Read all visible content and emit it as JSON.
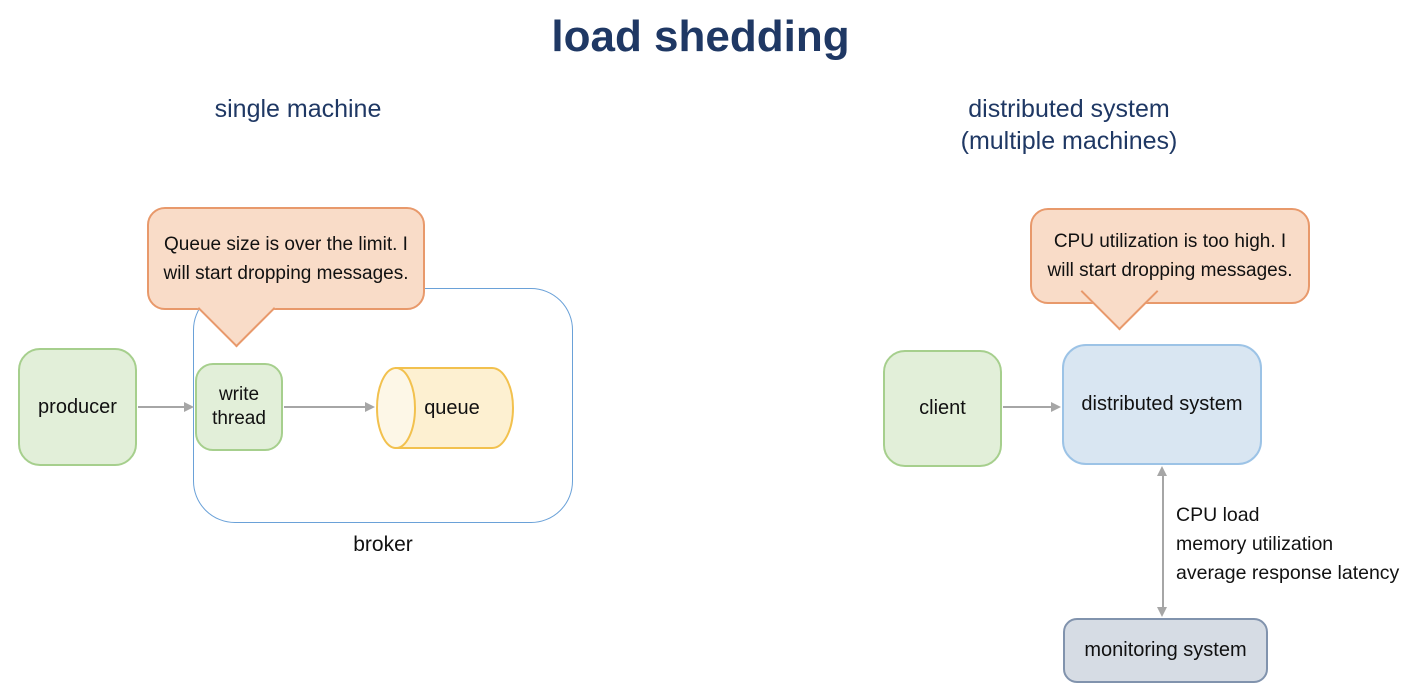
{
  "title": "load shedding",
  "colors": {
    "heading_text": "#1f3864",
    "body_text": "#111111",
    "callout_fill": "#f9dcc8",
    "callout_border": "#e8996b",
    "green_node_fill": "#e2efd9",
    "green_node_border": "#a6cf8d",
    "blue_node_fill": "#d9e6f2",
    "blue_node_border": "#9cc3e6",
    "gray_node_fill": "#d6dce4",
    "gray_node_border": "#8193ad",
    "broker_outline": "#6aa1d8",
    "cylinder_fill": "#fdf0d1",
    "cylinder_cap_fill": "#fdf7e7",
    "cylinder_border": "#f2c14e",
    "arrow": "#a6a6a6"
  },
  "left": {
    "subtitle": "single machine",
    "callout": {
      "line1": "Queue size is over the limit. I",
      "line2": "will start dropping messages."
    },
    "producer_label": "producer",
    "write_thread_label": "write thread",
    "queue_label": "queue",
    "broker_label": "broker"
  },
  "right": {
    "subtitle_line1": "distributed system",
    "subtitle_line2": "(multiple machines)",
    "callout": {
      "line1": "CPU utilization is too high. I",
      "line2": "will start dropping messages."
    },
    "client_label": "client",
    "system_label": "distributed system",
    "metrics": [
      "CPU load",
      "memory utilization",
      "average response latency"
    ],
    "monitoring_label": "monitoring system"
  }
}
